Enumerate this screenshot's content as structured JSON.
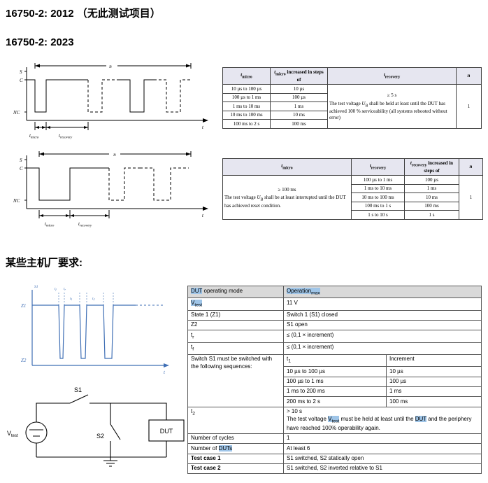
{
  "headings": {
    "h2012": "16750-2: 2012 （无此测试项目）",
    "h2023": "16750-2: 2023",
    "oem": "某些主机厂要求:"
  },
  "syms": {
    "t": "t",
    "micro": "micro",
    "recovery": "recovery",
    "S": "S",
    "C": "C",
    "NC": "NC",
    "n": "n",
    "Z1": "Z1",
    "Z2": "Z2",
    "S1": "S1",
    "S2": "S2",
    "DUT": "DUT",
    "V": "V",
    "test": "test",
    "sub1": "1",
    "sub2": "2",
    "subr": "r",
    "subf": "f"
  },
  "table1": {
    "header": {
      "c1": "<i>t</i><sub>micro</sub>",
      "c2": "<i>t</i><sub>micro</sub> increased in steps of",
      "c3": "<i>t</i><sub>recovery</sub>",
      "c4": "<i>n</i>"
    },
    "rows": [
      [
        "10 µs to 100 µs",
        "10 µs"
      ],
      [
        "100 µs to 1 ms",
        "100 µs"
      ],
      [
        "1 ms to 10 ms",
        "1 ms"
      ],
      [
        "10 ms to 100 ms",
        "10 ms"
      ],
      [
        "100 ms to 2 s",
        "100 ms"
      ]
    ],
    "recovery_value": "≥ 5 s",
    "recovery_note": "The test voltage <i>U</i><sub>B</sub> shall be held at least until the DUT has achieved 100 % serviceability (all systems rebooted without error)",
    "n_value": "1"
  },
  "table2": {
    "header": {
      "c1": "<i>t</i><sub>micro</sub>",
      "c2": "<i>t</i><sub>recovery</sub>",
      "c3": "<i>t</i><sub>recovery</sub> increased in steps of",
      "c4": "<i>n</i>"
    },
    "micro_value": "≥ 100 ms",
    "micro_note": "The test voltage <i>U</i><sub>B</sub> shall be at least interrupted until the DUT has achieved reset condition.",
    "rows": [
      [
        "100 µs to 1 ms",
        "100 µs"
      ],
      [
        "1 ms to 10 ms",
        "1 ms"
      ],
      [
        "10 ms to 100 ms",
        "10 ms"
      ],
      [
        "100 ms to 1 s",
        "100 ms"
      ],
      [
        "1 s to 10 s",
        "1 s"
      ]
    ],
    "n_value": "1"
  },
  "oem_table": {
    "r1_label": "<span class=\"hl\">DUT</span> operating mode",
    "r1_value": "<span class=\"hl\">Operation<sub>max</sub></span>",
    "r2_label": "<span class=\"hl\">V<sub>test</sub></span>",
    "r2_value": "11 V",
    "r3_label": "State 1 (Z1)",
    "r3_value": "Switch 1 (S1) closed",
    "r4_label": "Z2",
    "r4_value": "S1 open",
    "r5_label": "t<sub>r</sub>",
    "r5_value": "≤ (0,1 × increment)",
    "r6_label": "t<sub>f</sub>",
    "r6_value": "≤ (0,1 × increment)",
    "seq_label": "Switch S1 must be switched with the following sequences:",
    "seq_h1": "t<sub>1</sub>",
    "seq_h2": "Increment",
    "seq_rows": [
      [
        "10 µs to 100 µs",
        "10 µs"
      ],
      [
        "100 µs to 1 ms",
        "100 µs"
      ],
      [
        "1 ms to 200 ms",
        "1 ms"
      ],
      [
        "200 ms to 2 s",
        "100 ms"
      ]
    ],
    "t2_label": "t<sub>2</sub>",
    "t2_value": "> 10 s<br>The test voltage <span class=\"hl\">V<sub>test</sub></span> must be held at least until the <span class=\"hl\">DUT</span> and the periphery have reached 100% operability again.",
    "r9_label": "Number of cycles",
    "r9_value": "1",
    "r10_label": "Number of <span class=\"hl\">DUTs</span>",
    "r10_value": "At least 6",
    "r11_label": "Test case 1",
    "r11_value": "S1 switched, S2 statically open",
    "r12_label": "Test case 2",
    "r12_value": "S1 switched, S2 inverted relative to S1"
  },
  "colors": {
    "highlight": "#9fc5e8",
    "header_bg": "#e6e6f0",
    "oem_header_bg": "#d9d9d9",
    "waveform_blue": "#3f6fb5"
  }
}
